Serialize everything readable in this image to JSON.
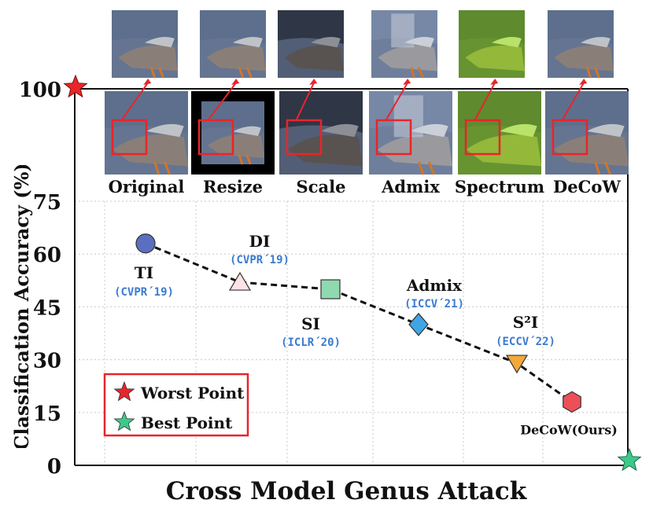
{
  "chart_data": {
    "type": "scatter",
    "xlabel": "Cross Model Genus Attack",
    "ylabel": "Classification Accuracy (%)",
    "ylim": [
      0,
      100
    ],
    "y_ticks": [
      "0",
      "15",
      "30",
      "45",
      "60",
      "75",
      "100"
    ],
    "grid": true,
    "points": [
      {
        "name": "TI",
        "venue": "(CVPR´19)",
        "y": 63,
        "marker": "circle",
        "color": "#5a6fc0"
      },
      {
        "name": "DI",
        "venue": "(CVPR´19)",
        "y": 52,
        "marker": "triangle",
        "color": "#fbe3e6"
      },
      {
        "name": "SI",
        "venue": "(ICLR´20)",
        "y": 50,
        "marker": "square",
        "color": "#8fd9b0"
      },
      {
        "name": "Admix",
        "venue": "(ICCV´21)",
        "y": 40,
        "marker": "diamond",
        "color": "#3fa6e6"
      },
      {
        "name": "S²I",
        "venue": "(ECCV´22)",
        "y": 29,
        "marker": "triangle",
        "color": "#f2a83a"
      },
      {
        "name": "DeCoW(Ours)",
        "venue": "",
        "y": 18,
        "marker": "hexagon",
        "color": "#ec4f57"
      }
    ],
    "worst_point": {
      "y": 100,
      "color": "#e8252a"
    },
    "best_point": {
      "y": 0,
      "color": "#3cc98a"
    },
    "legend": {
      "position": "bottom-left",
      "items": [
        {
          "label": "Worst Point",
          "color": "#e8252a"
        },
        {
          "label": "Best Point",
          "color": "#3cc98a"
        }
      ]
    },
    "image_panels": [
      {
        "label": "Original",
        "style": "original"
      },
      {
        "label": "Resize",
        "style": "resize"
      },
      {
        "label": "Scale",
        "style": "scale"
      },
      {
        "label": "Admix",
        "style": "admix"
      },
      {
        "label": "Spectrum",
        "style": "spectrum"
      },
      {
        "label": "DeCoW",
        "style": "decow"
      }
    ],
    "venue_color": "#3b7bd0"
  }
}
